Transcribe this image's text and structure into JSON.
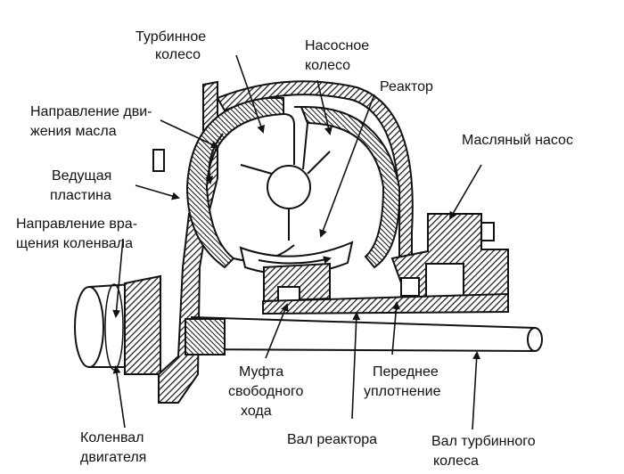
{
  "diagram": {
    "labels": {
      "turbine_wheel": [
        "Турбинное",
        "колесо"
      ],
      "pump_wheel": [
        "Насосное",
        "колесо"
      ],
      "reactor": [
        "Реактор"
      ],
      "oil_flow_direction": [
        "Направление дви-",
        "жения масла"
      ],
      "drive_plate": [
        "Ведущая",
        "пластина"
      ],
      "crankshaft_rotation_direction": [
        "Направление вра-",
        "щения коленвала"
      ],
      "oil_pump": [
        "Масляный насос"
      ],
      "freewheel_clutch": [
        "Муфта",
        "свободного",
        "хода"
      ],
      "front_seal": [
        "Переднее",
        "уплотнение"
      ],
      "engine_crankshaft": [
        "Коленвал",
        "двигателя"
      ],
      "reactor_shaft": [
        "Вал реактора"
      ],
      "turbine_shaft": [
        "Вал турбинного",
        "колеса"
      ]
    },
    "colors": {
      "ink": "#111111",
      "paper": "#ffffff"
    }
  }
}
